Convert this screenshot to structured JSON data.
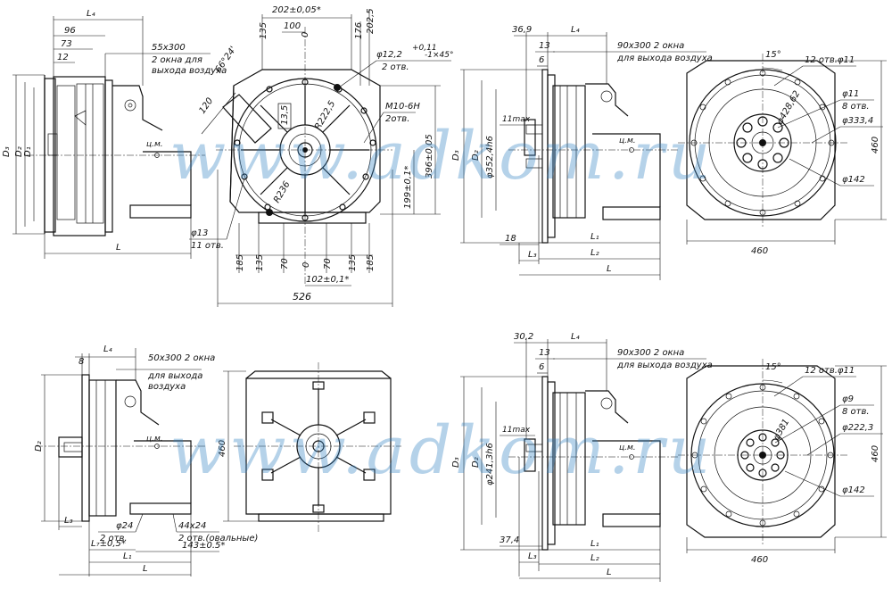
{
  "watermark": "www.adkom.ru",
  "view1": {
    "dims": [
      "L₄",
      "96",
      "73",
      "12",
      "55x300",
      "2 окна для",
      "выхода воздуха",
      "D₃",
      "D₂",
      "D₁",
      "L",
      "ц.м."
    ]
  },
  "view2": {
    "dims": [
      "202±0,05*",
      "100",
      "0",
      "135",
      "176",
      "202,5",
      "66°24'",
      "120",
      "φ12,2",
      "+0,11",
      "-1×45°",
      "2 отв.",
      "13,5",
      "R222,5",
      "M10-6H",
      "2отв.",
      "396±0,05",
      "199±0,1*",
      "R236",
      "φ13",
      "11 отв.",
      "185",
      "135",
      "70",
      "0",
      "70",
      "135",
      "185",
      "102±0,1*",
      "526"
    ]
  },
  "view3": {
    "dims": [
      "36,9",
      "L₄",
      "13",
      "6",
      "90x300 2 окна",
      "для выхода воздуха",
      "11max",
      "φ352,4h6",
      "D₃",
      "D₂",
      "ц.м.",
      "18",
      "L₁",
      "L₃",
      "L₂",
      "L"
    ]
  },
  "view4": {
    "dims": [
      "15°",
      "12 отв.φ11",
      "φ11",
      "8 отв.",
      "φ428,62",
      "φ333,4",
      "φ142",
      "460",
      "460"
    ]
  },
  "view5": {
    "dims": [
      "8",
      "L₄",
      "50x300 2 окна",
      "для выхода",
      "воздуха",
      "D₂",
      "ц.м.",
      "L₃",
      "φ24",
      "2 отв.",
      "L₇±0,5*",
      "L₁",
      "L",
      "44x24",
      "2 отв.(овальные)",
      "143±0.5*"
    ]
  },
  "view6": {
    "dims": [
      "460"
    ]
  },
  "view7": {
    "dims": [
      "30,2",
      "L₄",
      "13",
      "6",
      "90x300 2 окна",
      "для выхода воздуха",
      "11max",
      "φ241,3h6",
      "D₃",
      "D₂",
      "ц.м.",
      "37,4",
      "L₁",
      "L₃",
      "L₂",
      "L"
    ]
  },
  "view8": {
    "dims": [
      "15°",
      "12 отв.φ11",
      "φ9",
      "8 отв.",
      "φ381",
      "φ222,3",
      "φ142",
      "460",
      "460"
    ]
  }
}
